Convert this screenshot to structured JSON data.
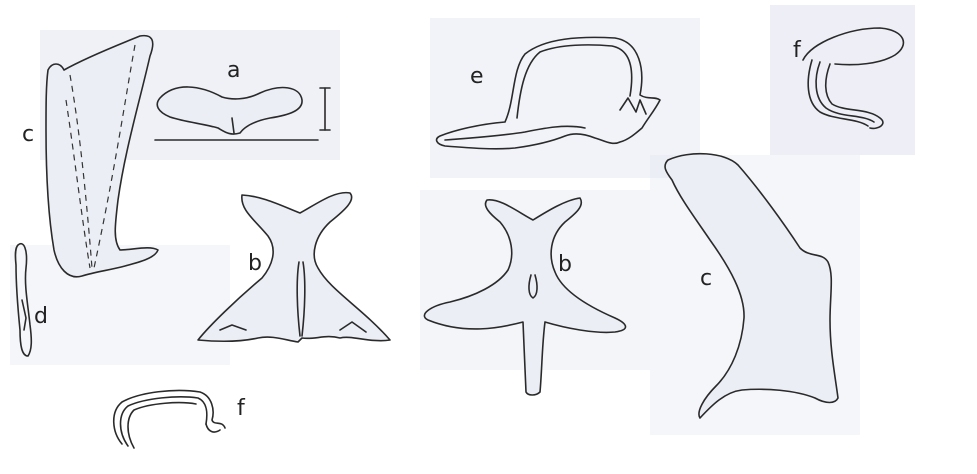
{
  "labels": {
    "a": "a",
    "b_left": "b",
    "b_right": "b",
    "c_left": "c",
    "c_right": "c",
    "d": "d",
    "e": "e",
    "f_top": "f",
    "f_bottom": "f"
  },
  "colors": {
    "background": "#ffffff",
    "patch": "#e2e5f0",
    "ink": "#2a2a2a"
  }
}
